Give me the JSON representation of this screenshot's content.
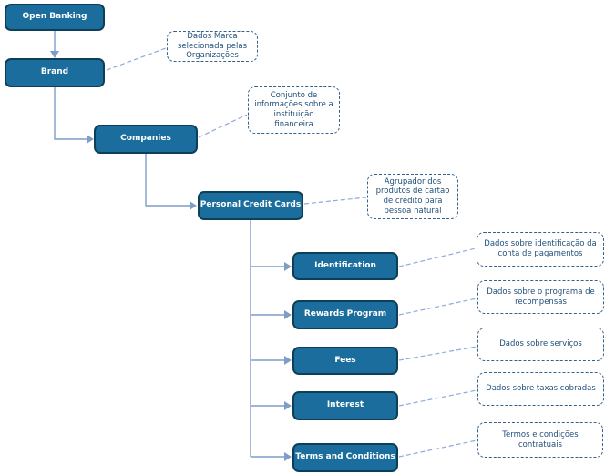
{
  "diagram": {
    "type": "tree",
    "language_of_annotations": "pt-BR"
  },
  "colors": {
    "node_fill": "#1a6d9c",
    "node_border": "#0d4058",
    "node_text": "#ffffff",
    "annotation_text": "#1f4e79",
    "annotation_border": "#33618e",
    "connector": "#7f9dc9",
    "dashed_connector": "#8faadc",
    "background": "#ffffff"
  },
  "nodes": [
    {
      "id": "open-banking",
      "label": "Open Banking"
    },
    {
      "id": "brand",
      "label": "Brand"
    },
    {
      "id": "companies",
      "label": "Companies"
    },
    {
      "id": "personal-credit-cards",
      "label": "Personal Credit Cards"
    },
    {
      "id": "identification",
      "label": "Identification"
    },
    {
      "id": "rewards-program",
      "label": "Rewards Program"
    },
    {
      "id": "fees",
      "label": "Fees"
    },
    {
      "id": "interest",
      "label": "Interest"
    },
    {
      "id": "terms-and-conditions",
      "label": "Terms and Conditions"
    }
  ],
  "annotations": [
    {
      "for": "brand",
      "text": "Dados Marca selecionada pelas Organizações"
    },
    {
      "for": "companies",
      "text": "Conjunto de informações sobre a instituição financeira"
    },
    {
      "for": "personal-credit-cards",
      "text": "Agrupador dos produtos de cartão de crédito para pessoa natural"
    },
    {
      "for": "identification",
      "text": "Dados sobre identificação da conta de pagamentos"
    },
    {
      "for": "rewards-program",
      "text": "Dados sobre o programa de recompensas"
    },
    {
      "for": "fees",
      "text": "Dados sobre serviços"
    },
    {
      "for": "interest",
      "text": "Dados sobre taxas cobradas"
    },
    {
      "for": "terms-and-conditions",
      "text": "Termos e condições contratuais"
    }
  ],
  "edges": [
    {
      "from": "open-banking",
      "to": "brand"
    },
    {
      "from": "brand",
      "to": "companies"
    },
    {
      "from": "companies",
      "to": "personal-credit-cards"
    },
    {
      "from": "personal-credit-cards",
      "to": "identification"
    },
    {
      "from": "personal-credit-cards",
      "to": "rewards-program"
    },
    {
      "from": "personal-credit-cards",
      "to": "fees"
    },
    {
      "from": "personal-credit-cards",
      "to": "interest"
    },
    {
      "from": "personal-credit-cards",
      "to": "terms-and-conditions"
    }
  ]
}
